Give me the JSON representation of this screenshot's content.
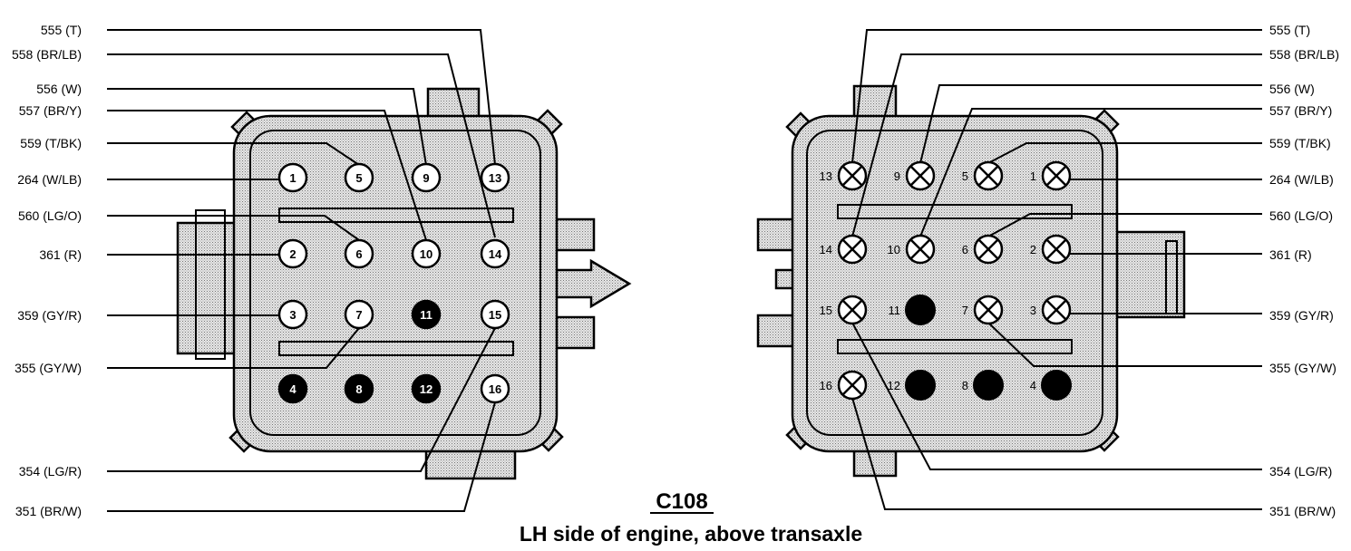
{
  "title": "C108",
  "subtitle": "LH side of engine, above transaxle",
  "left_labels": [
    "555 (T)",
    "558 (BR/LB)",
    "556 (W)",
    "557 (BR/Y)",
    "559 (T/BK)",
    "264 (W/LB)",
    "560 (LG/O)",
    "361 (R)",
    "359 (GY/R)",
    "355 (GY/W)",
    "354 (LG/R)",
    "351 (BR/W)"
  ],
  "right_labels": [
    "555 (T)",
    "558 (BR/LB)",
    "556 (W)",
    "557 (BR/Y)",
    "559 (T/BK)",
    "264 (W/LB)",
    "560 (LG/O)",
    "361 (R)",
    "359 (GY/R)",
    "355 (GY/W)",
    "354 (LG/R)",
    "351 (BR/W)"
  ],
  "left_pins": [
    {
      "num": "1",
      "type": "open"
    },
    {
      "num": "5",
      "type": "open"
    },
    {
      "num": "9",
      "type": "open"
    },
    {
      "num": "13",
      "type": "open"
    },
    {
      "num": "2",
      "type": "open"
    },
    {
      "num": "6",
      "type": "open"
    },
    {
      "num": "10",
      "type": "open"
    },
    {
      "num": "14",
      "type": "open"
    },
    {
      "num": "3",
      "type": "open"
    },
    {
      "num": "7",
      "type": "open"
    },
    {
      "num": "11",
      "type": "filled"
    },
    {
      "num": "15",
      "type": "open"
    },
    {
      "num": "4",
      "type": "filled"
    },
    {
      "num": "8",
      "type": "filled"
    },
    {
      "num": "12",
      "type": "filled"
    },
    {
      "num": "16",
      "type": "open"
    }
  ],
  "right_pins": [
    {
      "num": "13",
      "type": "x"
    },
    {
      "num": "9",
      "type": "x"
    },
    {
      "num": "5",
      "type": "x"
    },
    {
      "num": "1",
      "type": "x"
    },
    {
      "num": "14",
      "type": "x"
    },
    {
      "num": "10",
      "type": "x"
    },
    {
      "num": "6",
      "type": "x"
    },
    {
      "num": "2",
      "type": "x"
    },
    {
      "num": "15",
      "type": "x"
    },
    {
      "num": "11",
      "type": "filled"
    },
    {
      "num": "7",
      "type": "x"
    },
    {
      "num": "3",
      "type": "x"
    },
    {
      "num": "16",
      "type": "x"
    },
    {
      "num": "12",
      "type": "filled"
    },
    {
      "num": "8",
      "type": "filled"
    },
    {
      "num": "4",
      "type": "filled"
    }
  ],
  "colors": {
    "ink": "#000000",
    "fill": "#d8d8d8",
    "background": "#ffffff"
  }
}
